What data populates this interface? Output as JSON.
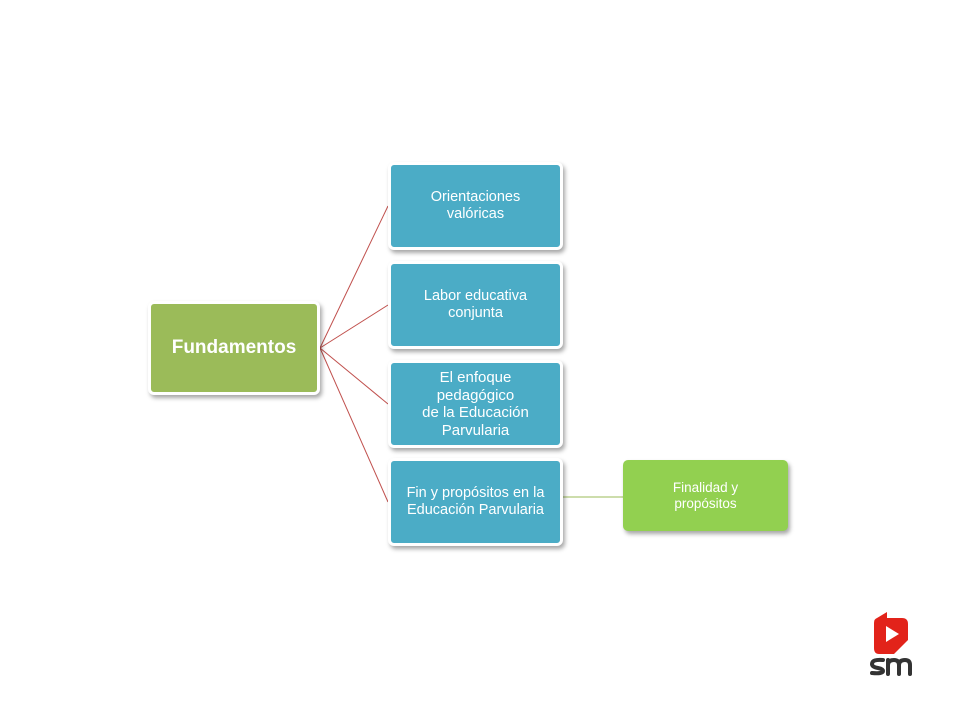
{
  "diagram": {
    "root": {
      "label": "Fundamentos"
    },
    "children": [
      {
        "label": "Orientaciones\nvalóricas"
      },
      {
        "label": "Labor educativa\nconjunta"
      },
      {
        "label": "El enfoque\npedagógico\nde la Educación\nParvularia"
      },
      {
        "label": "Fin y propósitos en la\nEducación Parvularia"
      }
    ],
    "leaf": {
      "label": "Finalidad y\npropósitos"
    }
  },
  "logo": {
    "text": "sm",
    "icon": "play-icon"
  },
  "colors": {
    "root": "#9bbb59",
    "child": "#4bacc6",
    "leaf": "#92d050",
    "connector_root": "#c0504d",
    "connector_leaf": "#9bbb59",
    "logo_red": "#e2231a"
  }
}
